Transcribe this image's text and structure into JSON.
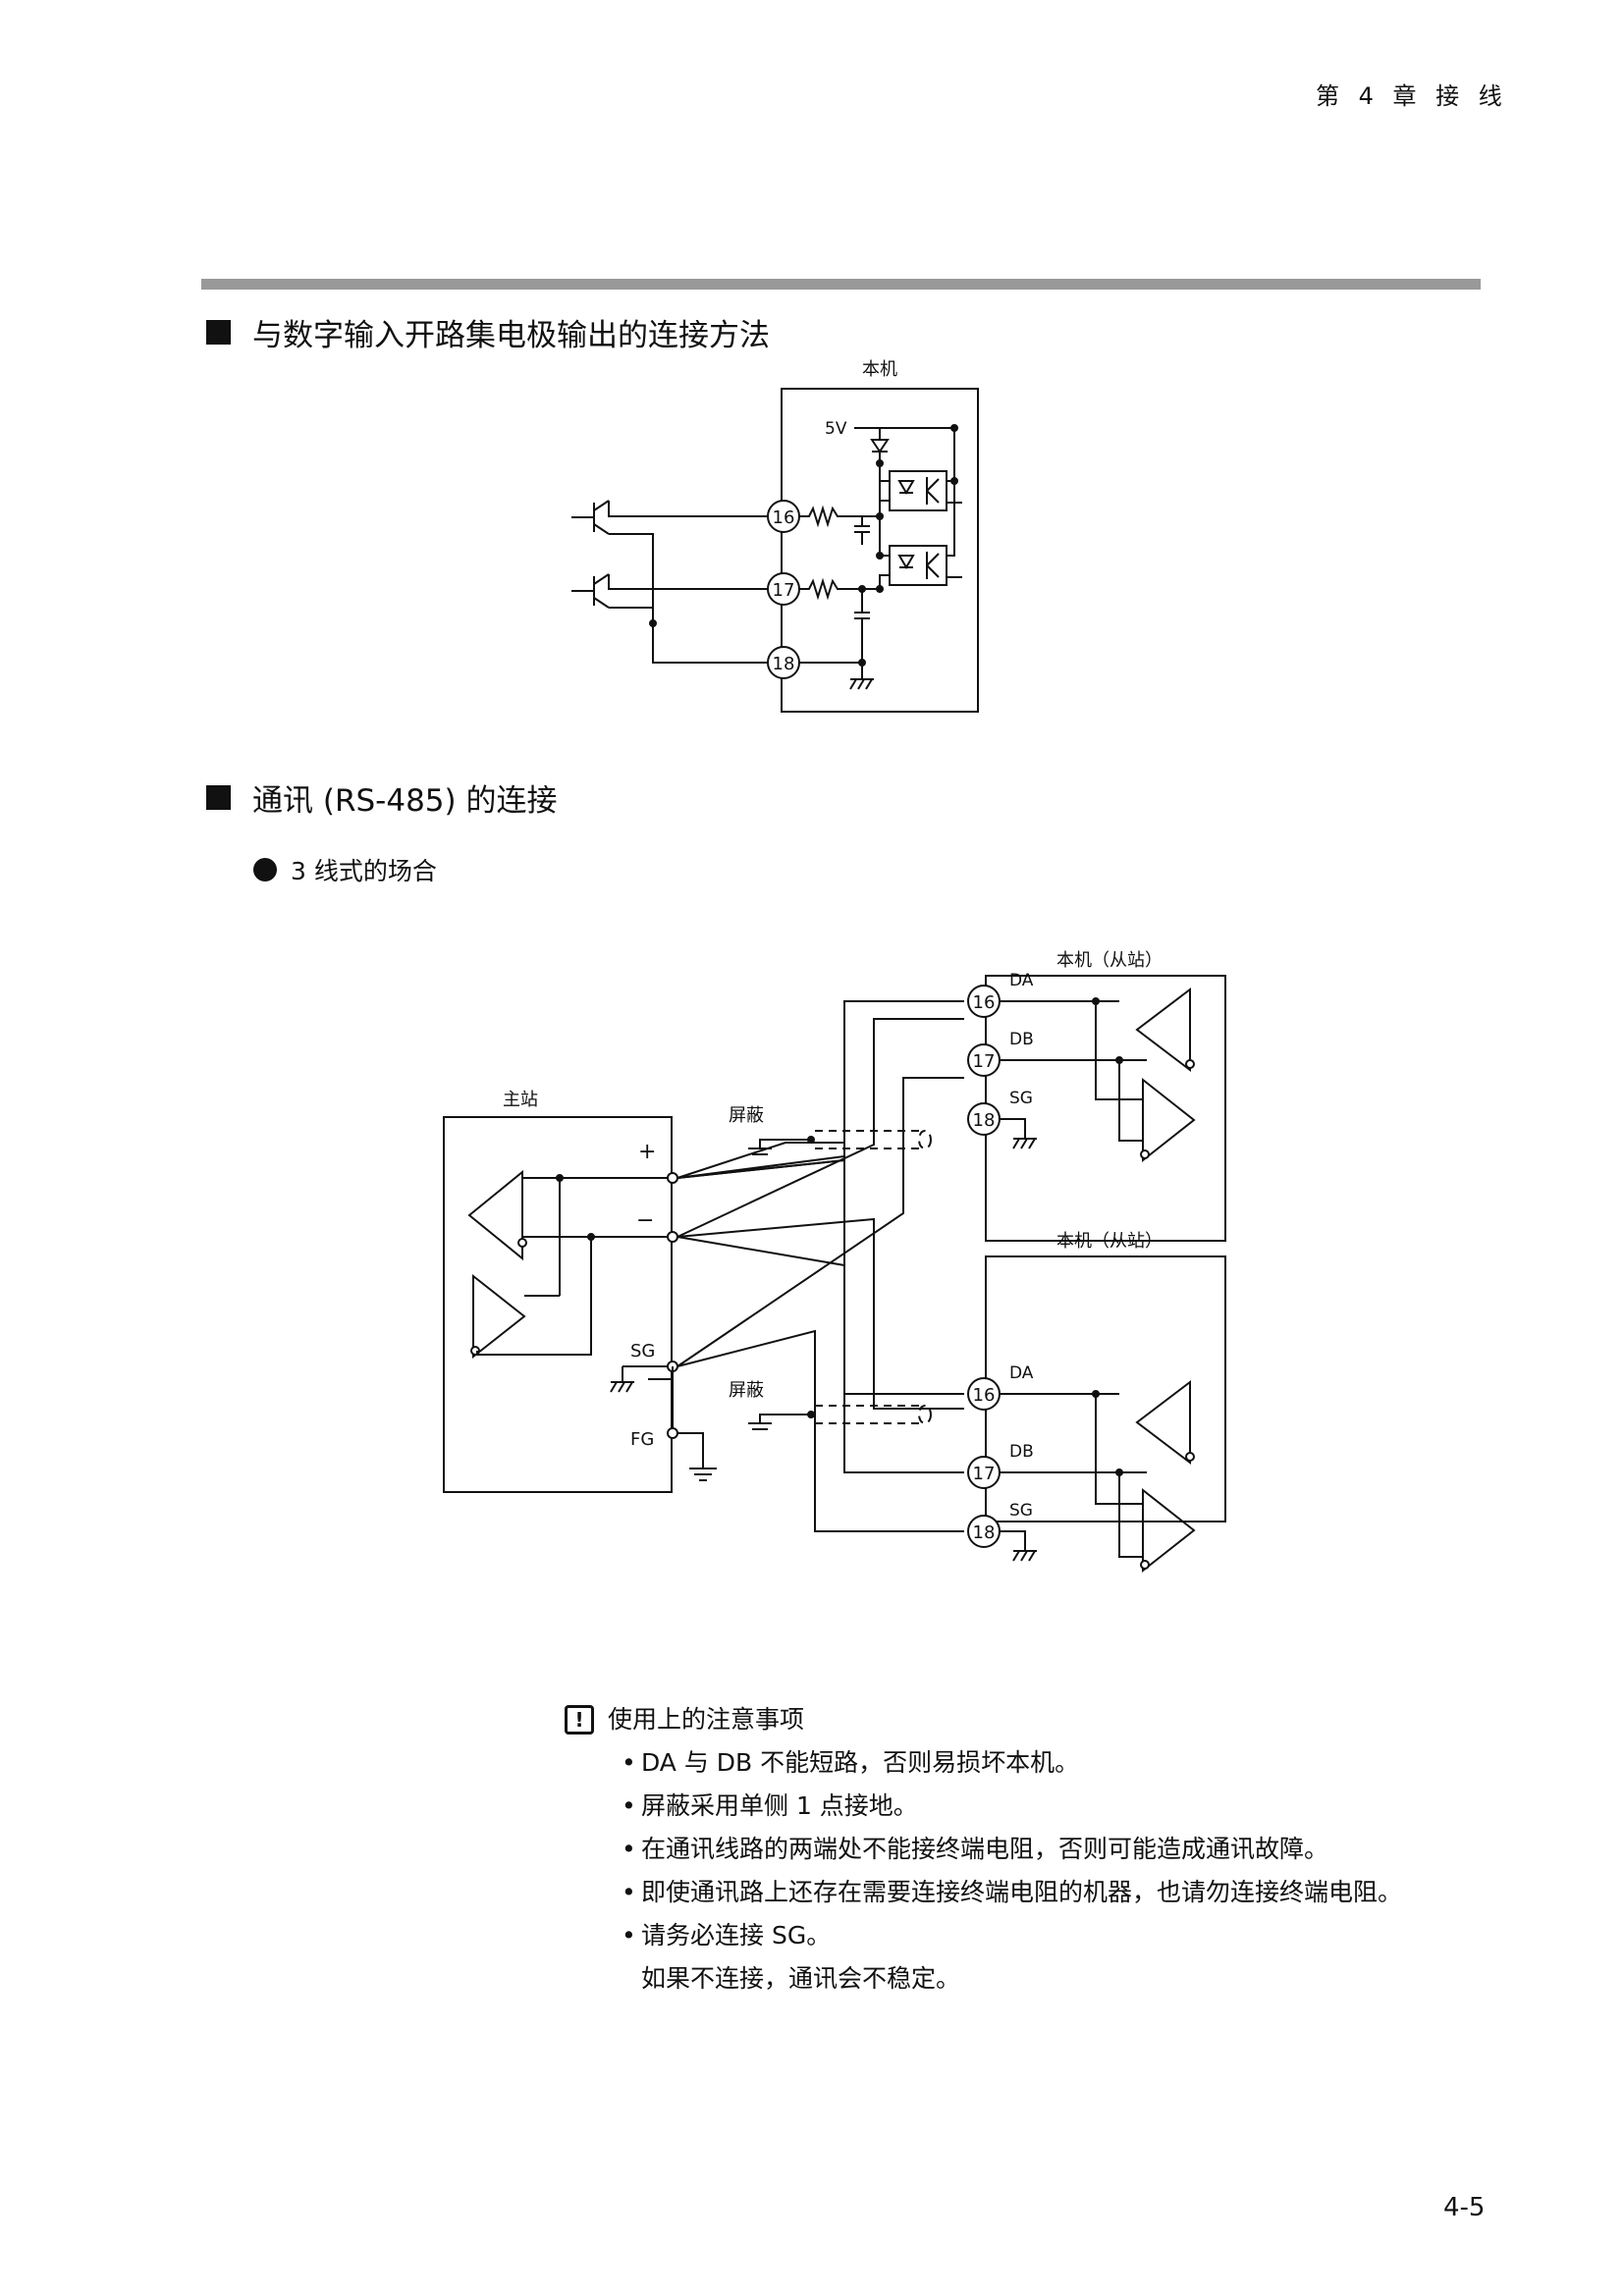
{
  "header": {
    "chapter": "第 4 章 接 线"
  },
  "section1": {
    "title": "与数字输入开路集电极输出的连接方法",
    "diagram": {
      "box_label": "本机",
      "voltage": "5V",
      "terminals": [
        "16",
        "17",
        "18"
      ]
    }
  },
  "section2": {
    "title": "通讯 (RS-485) 的连接",
    "subtitle": "3 线式的场合",
    "diagram": {
      "master_label": "主站",
      "plus": "+",
      "minus": "−",
      "sg": "SG",
      "fg": "FG",
      "shield": "屏蔽",
      "slave_label": "本机（从站）",
      "terminals": [
        "16",
        "17",
        "18"
      ],
      "signals": [
        "DA",
        "DB",
        "SG"
      ]
    }
  },
  "notes": {
    "title": "使用上的注意事项",
    "items": [
      "DA 与 DB 不能短路，否则易损坏本机。",
      "屏蔽采用单侧 1 点接地。",
      "在通讯线路的两端处不能接终端电阻，否则可能造成通讯故障。",
      "即使通讯路上还存在需要连接终端电阻的机器，也请勿连接终端电阻。",
      "请务必连接 SG。"
    ],
    "continuation": "如果不连接，通讯会不稳定。"
  },
  "footer": {
    "page_number": "4-5"
  }
}
